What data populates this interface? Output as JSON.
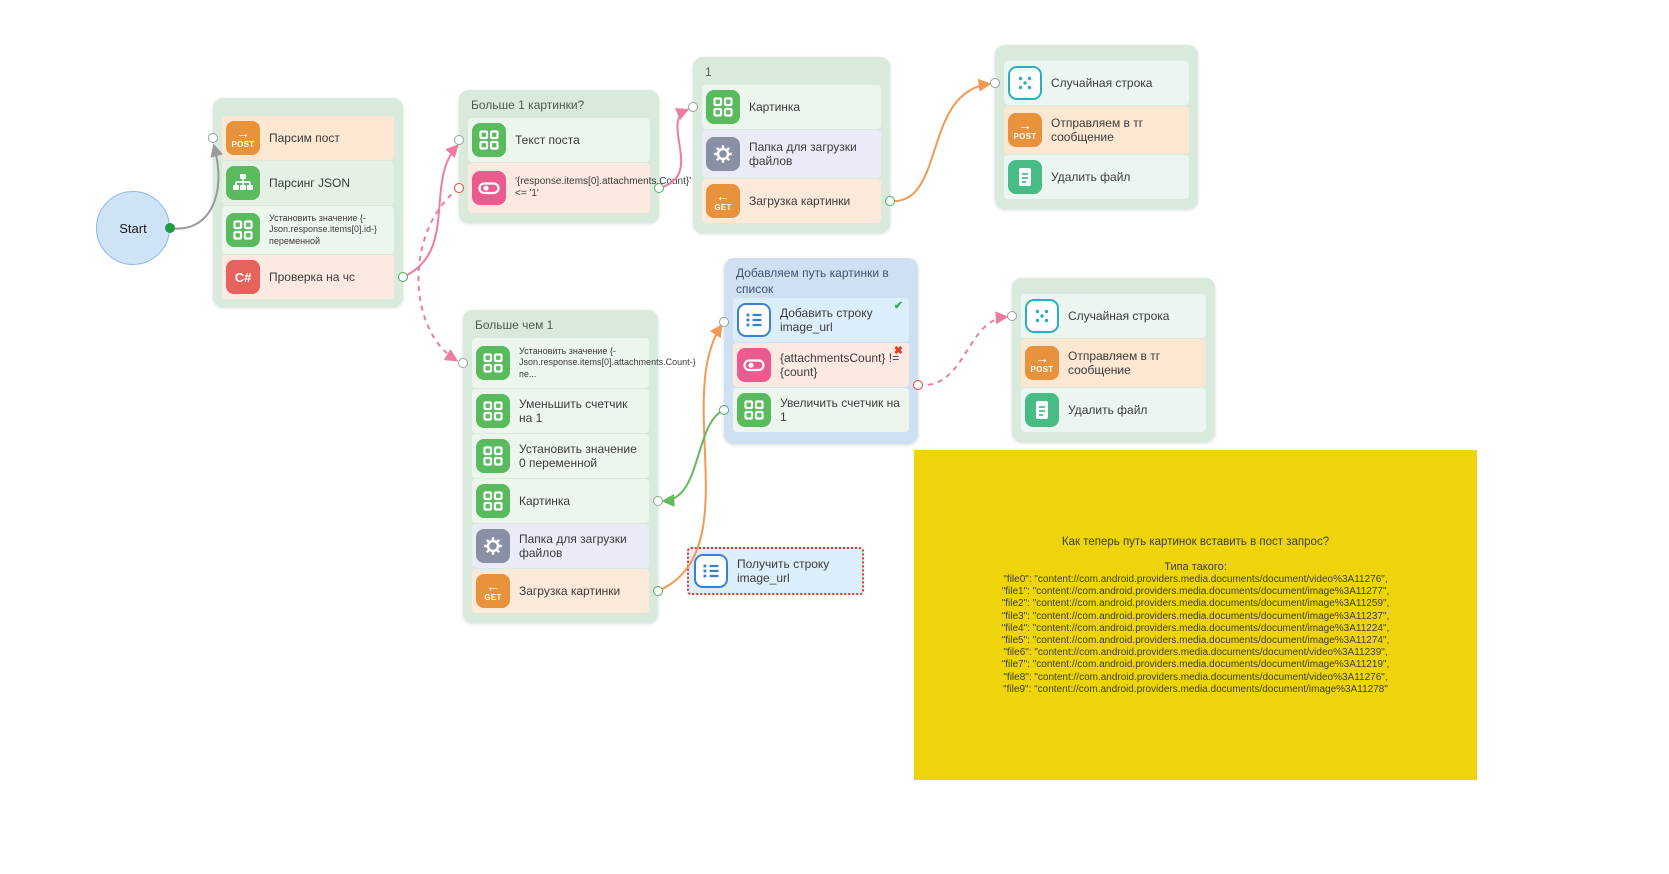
{
  "start": {
    "label": "Start"
  },
  "icons": {
    "post": "POST",
    "get": "GET",
    "csharp": "C#",
    "arrow_right": "→",
    "arrow_left": "←"
  },
  "marks": {
    "success": "✔",
    "error": "✖"
  },
  "colors": {
    "group_green": "#d9e9db",
    "group_blue": "#cfe0f3",
    "note_bg": "#eed50b",
    "line_gray": "#9a9a9a",
    "line_pink": "#ee7ca2",
    "line_orange": "#f09a52",
    "line_green": "#63b95e",
    "icon_orange": "#e8923c",
    "icon_green": "#5abb5e",
    "icon_red": "#e6625c",
    "icon_pink": "#ea5c8f",
    "icon_gray": "#8a90a4",
    "icon_teal": "#2bafc0",
    "icon_blue": "#3b7fd1"
  },
  "groups": {
    "main": {
      "rows": [
        {
          "label": "Парсим пост"
        },
        {
          "label": "Парсинг JSON"
        },
        {
          "label": "Установить значение {-Json.response.items[0].id-} переменной"
        },
        {
          "label": "Проверка на чс"
        }
      ]
    },
    "bigger_q": {
      "title": "Больше 1 картинки?",
      "rows": [
        {
          "label": "Текст поста"
        },
        {
          "label": "'{response.items[0].attachments.Count}' <= '1'"
        }
      ]
    },
    "one": {
      "title": "1",
      "rows": [
        {
          "label": "Картинка"
        },
        {
          "label": "Папка для загрузки файлов"
        },
        {
          "label": "Загрузка картинки"
        }
      ]
    },
    "send_top": {
      "rows": [
        {
          "label": "Случайная строка"
        },
        {
          "label": "Отправляем в тг сообщение"
        },
        {
          "label": "Удалить файл"
        }
      ]
    },
    "more_than_one": {
      "title": "Больше чем 1",
      "rows": [
        {
          "label": "Установить значение {-Json.response.items[0].attachments.Count-} пе..."
        },
        {
          "label": "Уменьшить счетчик на 1"
        },
        {
          "label": "Установить значение 0 переменной"
        },
        {
          "label": "Картинка"
        },
        {
          "label": "Папка для загрузки файлов"
        },
        {
          "label": "Загрузка картинки"
        }
      ]
    },
    "add_path": {
      "title": "Добавляем путь картинки в список",
      "rows": [
        {
          "label": "Добавить строку image_url"
        },
        {
          "label": "{attachmentsCount} != {count}"
        },
        {
          "label": "Увеличить счетчик на 1"
        }
      ]
    },
    "send_mid": {
      "rows": [
        {
          "label": "Случайная строка"
        },
        {
          "label": "Отправляем в тг сообщение"
        },
        {
          "label": "Удалить файл"
        }
      ]
    },
    "get_string": {
      "label": "Получить строку image_url"
    }
  },
  "note": {
    "title": "Как теперь путь картинок вставить в пост запрос?",
    "subtitle": "Типа такого:",
    "lines": [
      "\"file0\": \"content://com.android.providers.media.documents/document/video%3A11276\",",
      "\"file1\": \"content://com.android.providers.media.documents/document/image%3A11277\",",
      "\"file2\": \"content://com.android.providers.media.documents/document/image%3A11259\",",
      "\"file3\": \"content://com.android.providers.media.documents/document/image%3A11237\",",
      "\"file4\": \"content://com.android.providers.media.documents/document/image%3A11224\",",
      "\"file5\": \"content://com.android.providers.media.documents/document/image%3A11274\",",
      "\"file6\": \"content://com.android.providers.media.documents/document/video%3A11239\",",
      "\"file7\": \"content://com.android.providers.media.documents/document/image%3A11219\",",
      "\"file8\": \"content://com.android.providers.media.documents/document/video%3A11276\",",
      "\"file9\": \"content://com.android.providers.media.documents/document/image%3A11278\""
    ]
  }
}
